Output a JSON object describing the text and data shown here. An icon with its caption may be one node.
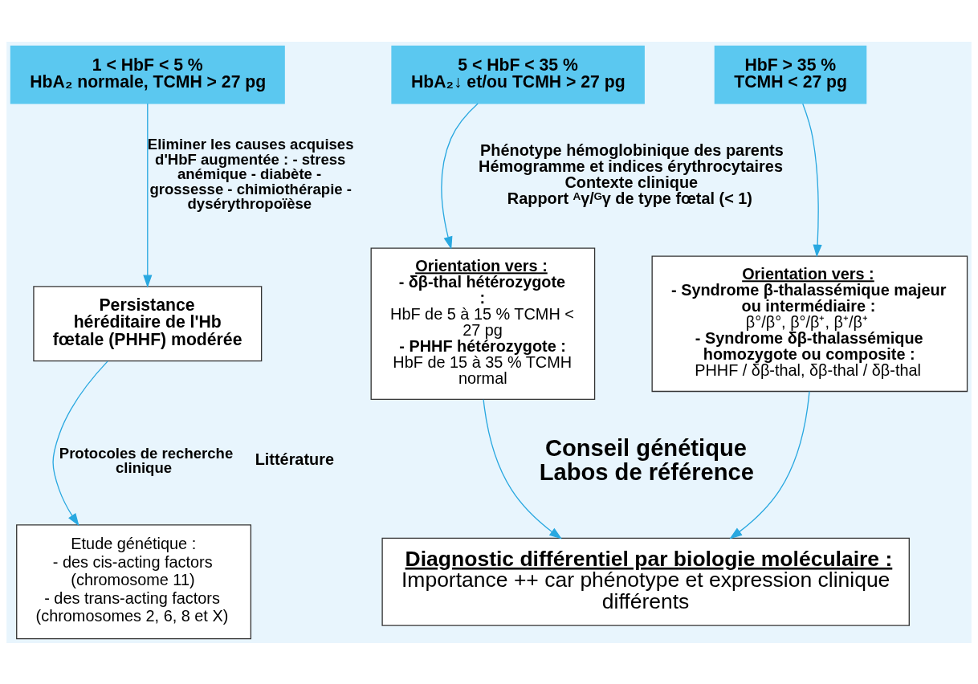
{
  "diagram": {
    "nodes": [
      {
        "text": [
          "1 < HbF < 5 %",
          "HbA₂ normale, TCMH > 27 pg"
        ]
      },
      {
        "text": [
          "5 < HbF < 35 %",
          "HbA₂↓ et/ou TCMH > 27 pg"
        ]
      },
      {
        "text": [
          "HbF > 35 %",
          "TCMH < 27 pg"
        ]
      },
      {
        "text": [
          "Persistance héréditaire de l'Hb fœtale (PHHF) modérée"
        ]
      },
      {
        "text": [
          "Orientation vers :",
          "- δβ-thal hétérozygote :",
          "HbF de 5 à 15 % TCMH < 27 pg",
          "- PHHF hétérozygote :",
          "HbF de 15 à 35 % TCMH normal"
        ]
      },
      {
        "text": [
          "Orientation vers :",
          "- Syndrome β-thalassémique majeur ou intermédiaire :",
          "β°/β°, β°/β⁺, β⁺/β⁺",
          "- Syndrome δβ-thalassémique homozygote ou composite :",
          "PHHF / δβ-thal, δβ-thal / δβ-thal"
        ]
      },
      {
        "text": [
          "Etude génétique :",
          "- des cis-acting factors (chromosome 11)",
          "- des trans-acting factors (chromosomes 2, 6, 8 et X)"
        ]
      },
      {
        "text": [
          "Diagnostic différentiel par biologie moléculaire :",
          "Importance ++ car phénotype et expression clinique différents"
        ]
      }
    ],
    "edges": [
      {
        "from": 0,
        "to": 3,
        "arrow": "to",
        "label": "Eliminer les causes acquises d'HbF augmentée : - stress anémique - diabète - grossesse - chimiothérapie - dysérythropoïèse"
      },
      {
        "from": 1,
        "to": 4,
        "arrow": "to"
      },
      {
        "from": 2,
        "to": 5,
        "arrow": "to"
      },
      {
        "from": 3,
        "to": 6,
        "arrow": "to",
        "label": "Protocoles de recherche clinique"
      },
      {
        "from": 4,
        "to": 7,
        "arrow": "to"
      },
      {
        "from": 5,
        "to": 7,
        "arrow": "to"
      }
    ],
    "labels": [
      "Phénotype hémoglobinique des parents",
      "Hémogramme et indices érythrocytaires",
      "Contexte clinique",
      "Rapport ᴬγ/ᴳγ de type fœtal (< 1)",
      "Littérature",
      "Conseil génétique",
      "Labos de référence"
    ]
  }
}
